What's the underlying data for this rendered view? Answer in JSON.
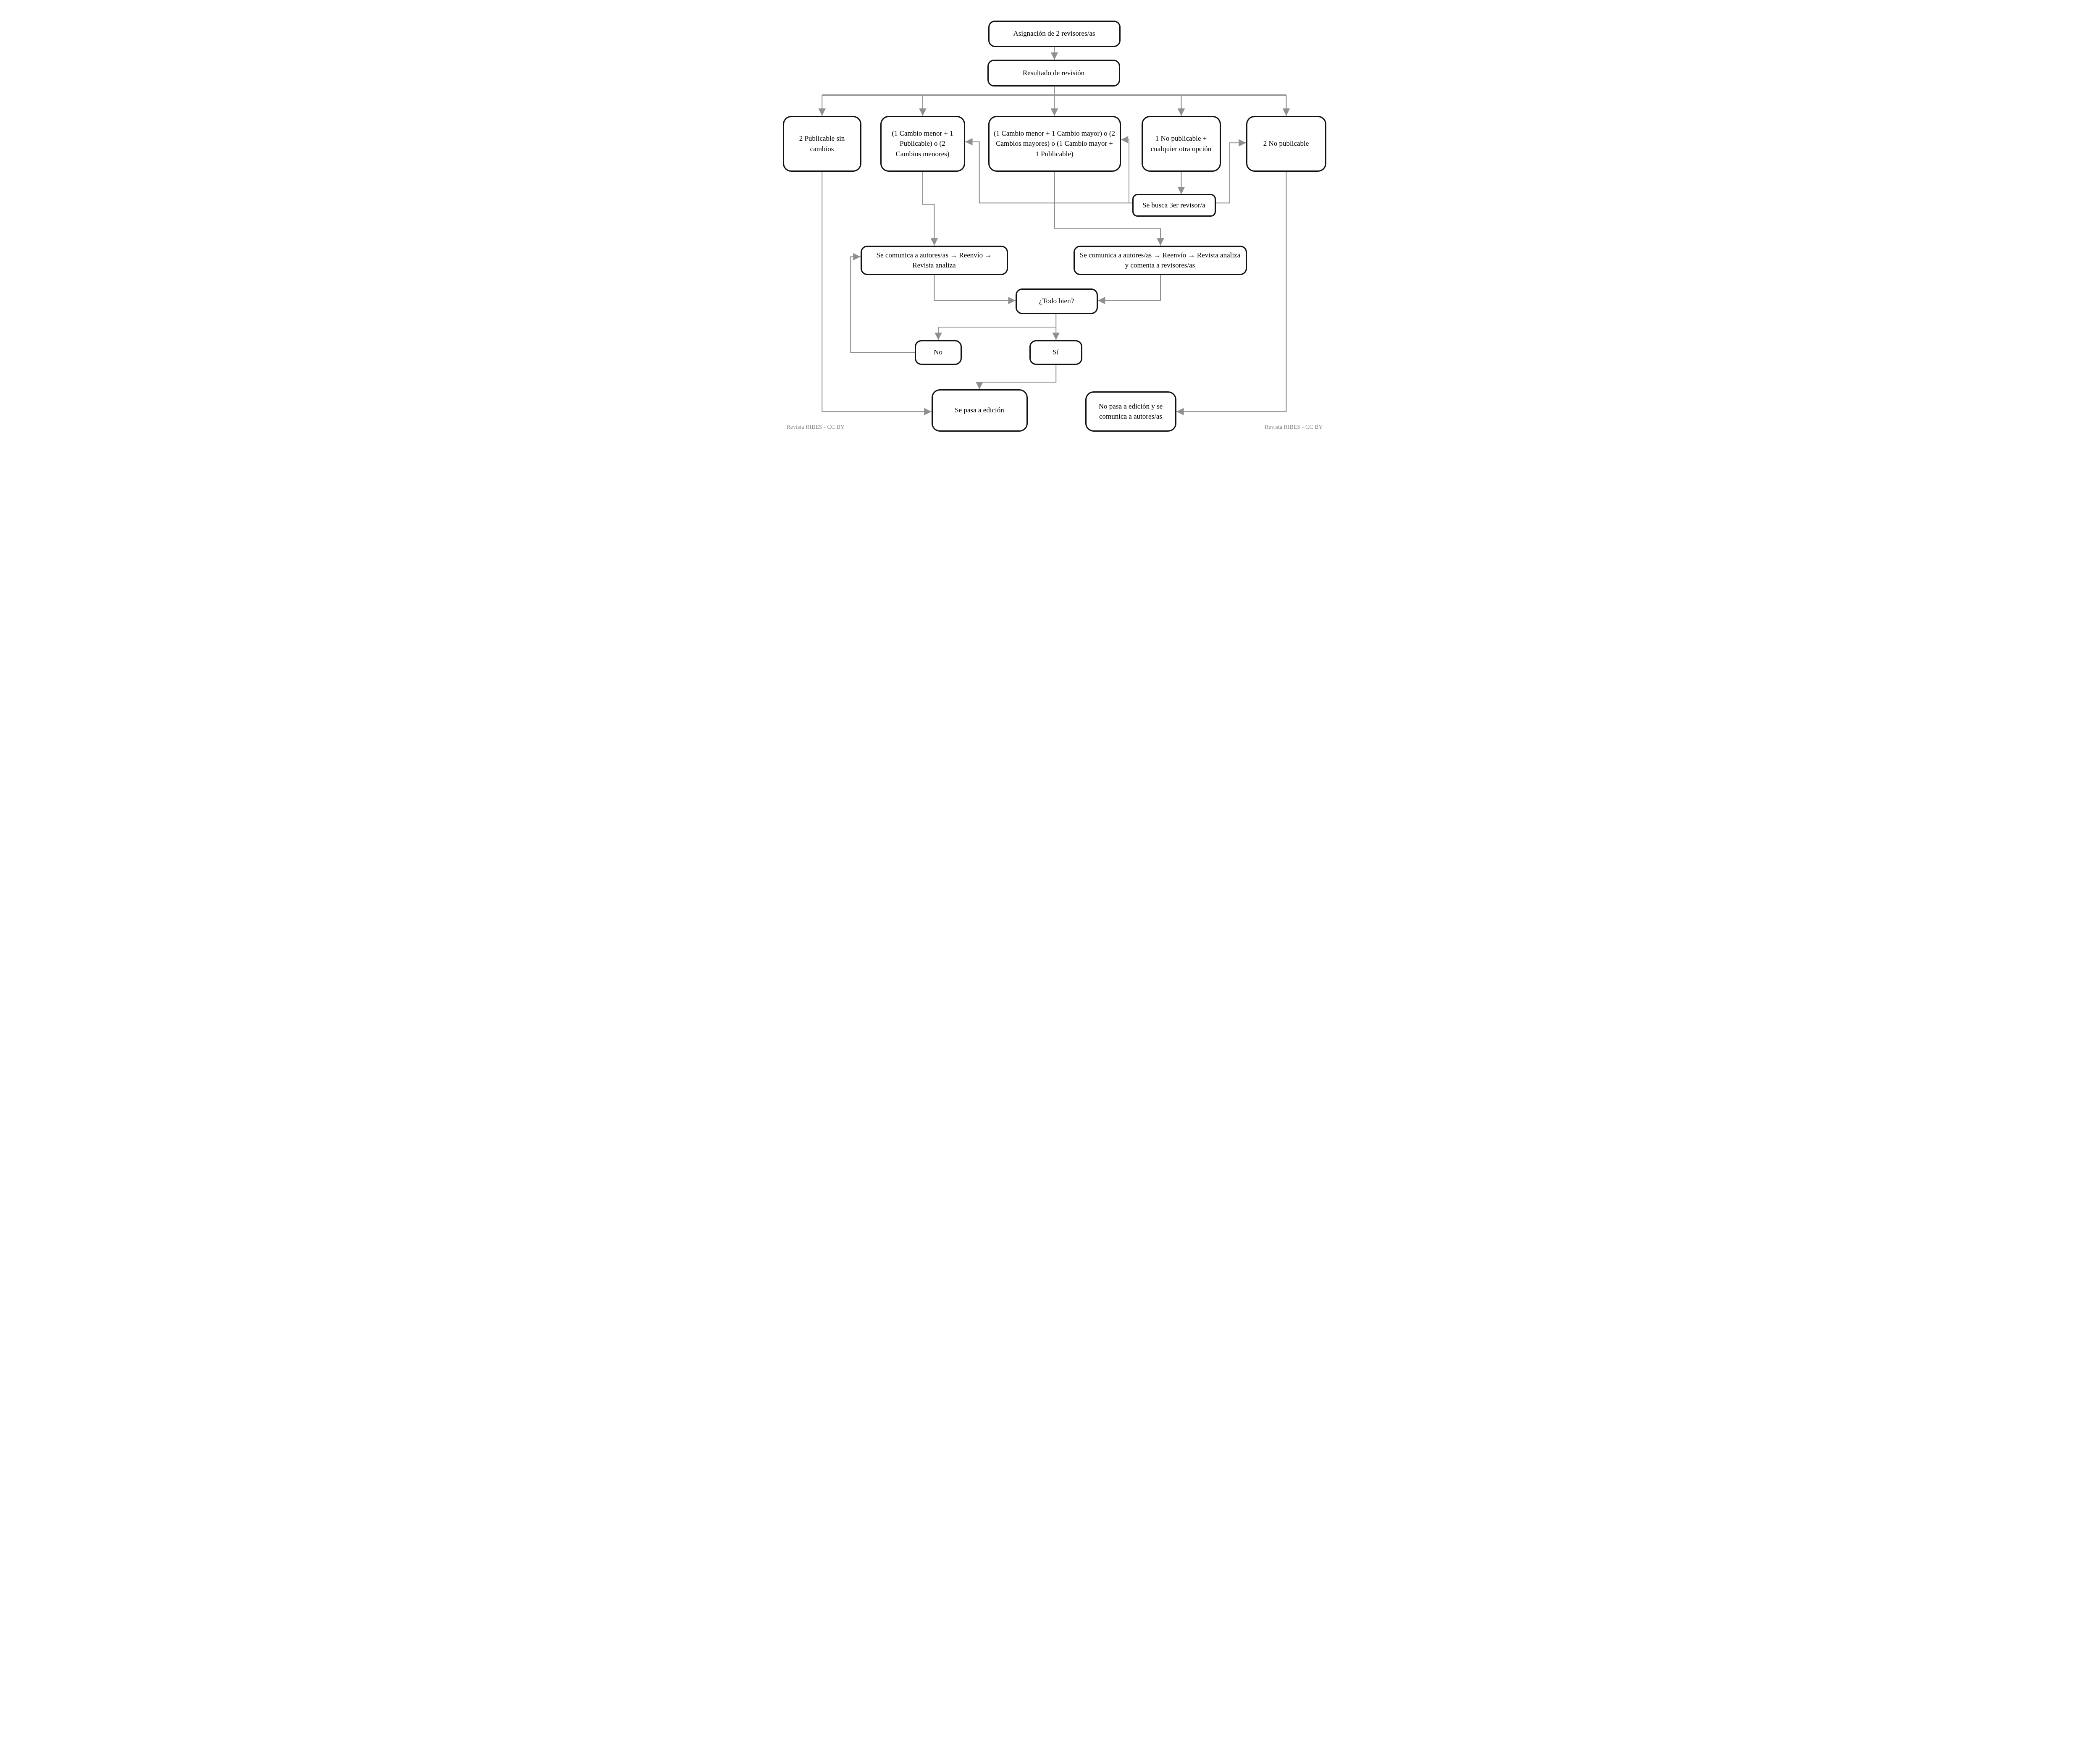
{
  "diagram": {
    "nodes": {
      "asignacion": {
        "label": "Asignación de 2 revisores/as"
      },
      "resultado": {
        "label": "Resultado de revisión"
      },
      "publicable2": {
        "label": "2 Publicable sin cambios"
      },
      "menorPub": {
        "label": "(1 Cambio menor + 1 Publicable) o (2 Cambios menores)"
      },
      "menorMayor": {
        "label": "(1 Cambio menor + 1 Cambio mayor) o (2 Cambios mayores) o (1 Cambio mayor + 1 Publicable)"
      },
      "noPubOtra": {
        "label": "1 No publicable + cualquier otra opción"
      },
      "noPub2": {
        "label": "2 No publicable"
      },
      "busca3er": {
        "label": "Se busca 3er revisor/a"
      },
      "comunicaIzq": {
        "label": "Se comunica a autores/as → Reenvío → Revista analiza"
      },
      "comunicaDer": {
        "label": "Se comunica a autores/as → Reenvío → Revista analiza y comenta a revisores/as"
      },
      "todoBien": {
        "label": "¿Todo bien?"
      },
      "no": {
        "label": "No"
      },
      "si": {
        "label": "Sí"
      },
      "pasaEdicion": {
        "label": "Se pasa a edición"
      },
      "noPasaEdicion": {
        "label": "No pasa a edición y se comunica a autores/as"
      }
    },
    "footer_left": "Revista RIBES - CC BY",
    "footer_right": "Revista RIBES - CC BY",
    "colors": {
      "connector": "#8f8f8f",
      "box_border": "#111111",
      "footer_text": "#8a8a8a"
    }
  }
}
